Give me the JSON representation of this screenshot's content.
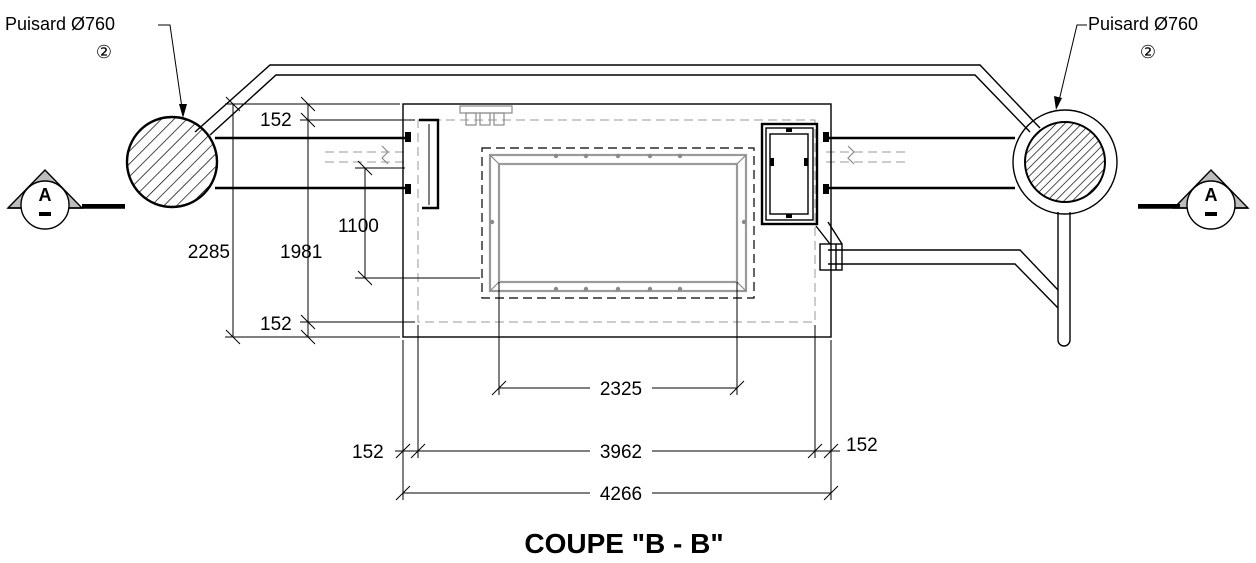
{
  "title": "COUPE \"B - B\"",
  "left_sump": {
    "label": "Puisard Ø760",
    "number": "②"
  },
  "right_sump": {
    "label": "Puisard Ø760",
    "number": "②"
  },
  "section_marker": {
    "letter": "A",
    "bar": "-"
  },
  "dimensions": {
    "top_wall": "152",
    "bottom_wall": "152",
    "total_height": "2285",
    "inner_height": "1981",
    "pipe_height": "1100",
    "grate_width": "2325",
    "inner_width": "3962",
    "left_wall": "152",
    "right_wall": "152",
    "total_width": "4266"
  }
}
